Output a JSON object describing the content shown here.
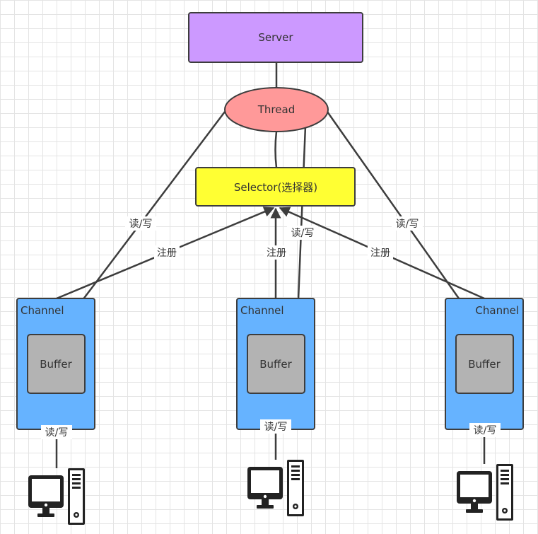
{
  "nodes": {
    "server": "Server",
    "thread": "Thread",
    "selector": "Selector(选择器)",
    "channel_left": "Channel",
    "channel_center": "Channel",
    "channel_right": "Channel",
    "buffer_left": "Buffer",
    "buffer_center": "Buffer",
    "buffer_right": "Buffer"
  },
  "edge_labels": {
    "rw_left": "读/写",
    "rw_center": "读/写",
    "rw_right": "读/写",
    "register_left": "注册",
    "register_center": "注册",
    "register_right": "注册",
    "client_left": "读/写",
    "client_center": "读/写",
    "client_right": "读/写"
  },
  "icons": [
    "computer-icon",
    "computer-icon",
    "computer-icon"
  ],
  "colors": {
    "server_fill": "#cc99ff",
    "thread_fill": "#ff9999",
    "selector_fill": "#ffff33",
    "channel_fill": "#66b3ff",
    "buffer_fill": "#b3b3b3",
    "stroke": "#3d3d3d"
  }
}
